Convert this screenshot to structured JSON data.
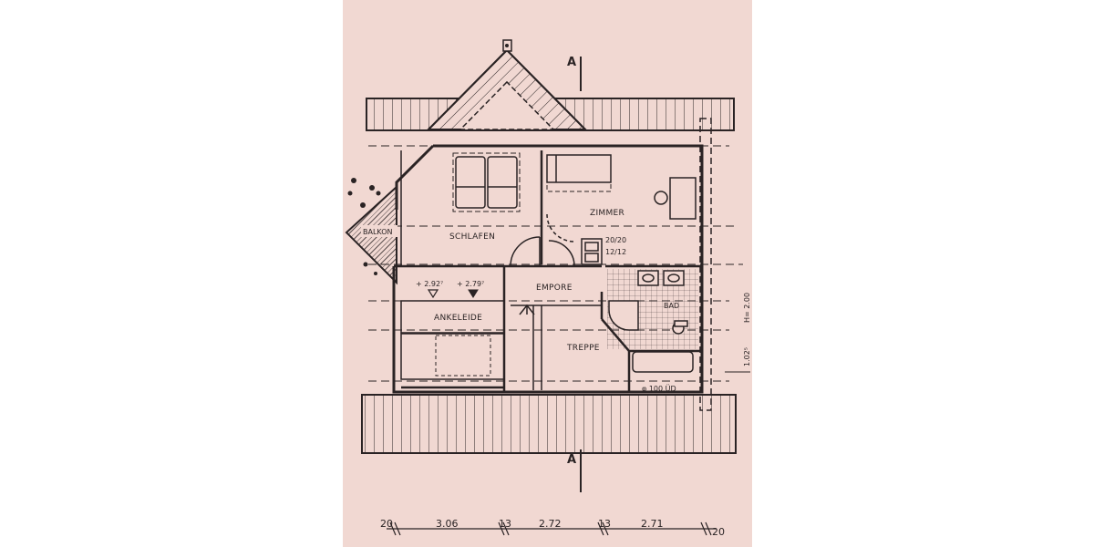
{
  "section_marks": {
    "top": "A",
    "bottom": "A"
  },
  "rooms": {
    "balkon": "BALKON",
    "schlafen": "SCHLAFEN",
    "zimmer": "ZIMMER",
    "empore": "EMPORE",
    "ankleide": "ANKELEIDE",
    "treppe": "TREPPE",
    "bad": "BAD"
  },
  "annotations": {
    "chimney_1": "20/20",
    "chimney_2": "12/12",
    "level_1": "+ 2.92⁷",
    "level_2": "+ 2.79⁷",
    "vent": "φ 100 ÜD",
    "height": "H= 2.00",
    "height_2": "1.02⁵"
  },
  "dimensions": [
    "20",
    "3.06",
    "13",
    "2.72",
    "13",
    "2.71",
    "20"
  ],
  "colors": {
    "paper": "#f1d8d2",
    "ink": "#2a2324"
  }
}
